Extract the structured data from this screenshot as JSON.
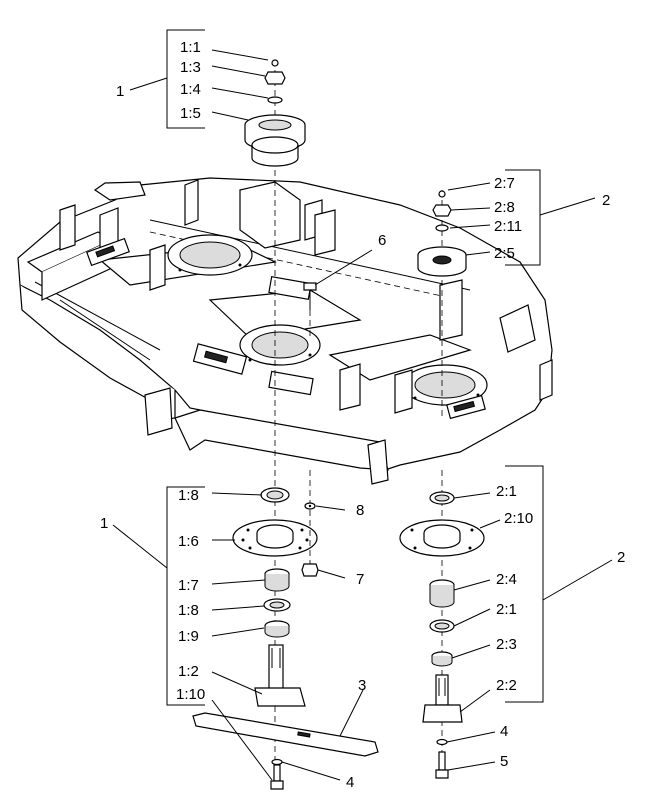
{
  "callouts": {
    "group1_top": "1",
    "p1_1": "1:1",
    "p1_3": "1:3",
    "p1_4": "1:4",
    "p1_5": "1:5",
    "group2_top": "2",
    "p2_7": "2:7",
    "p2_8": "2:8",
    "p2_11": "2:11",
    "p2_5": "2:5",
    "item6": "6",
    "group1_bottom": "1",
    "p1_8a": "1:8",
    "p1_6": "1:6",
    "p1_7": "1:7",
    "p1_8b": "1:8",
    "p1_9": "1:9",
    "p1_2": "1:2",
    "p1_10": "1:10",
    "item8": "8",
    "item7": "7",
    "item3": "3",
    "item4a": "4",
    "group2_bottom": "2",
    "p2_1a": "2:1",
    "p2_10": "2:10",
    "p2_4": "2:4",
    "p2_1b": "2:1",
    "p2_3": "2:3",
    "p2_2": "2:2",
    "item4b": "4",
    "item5": "5"
  }
}
